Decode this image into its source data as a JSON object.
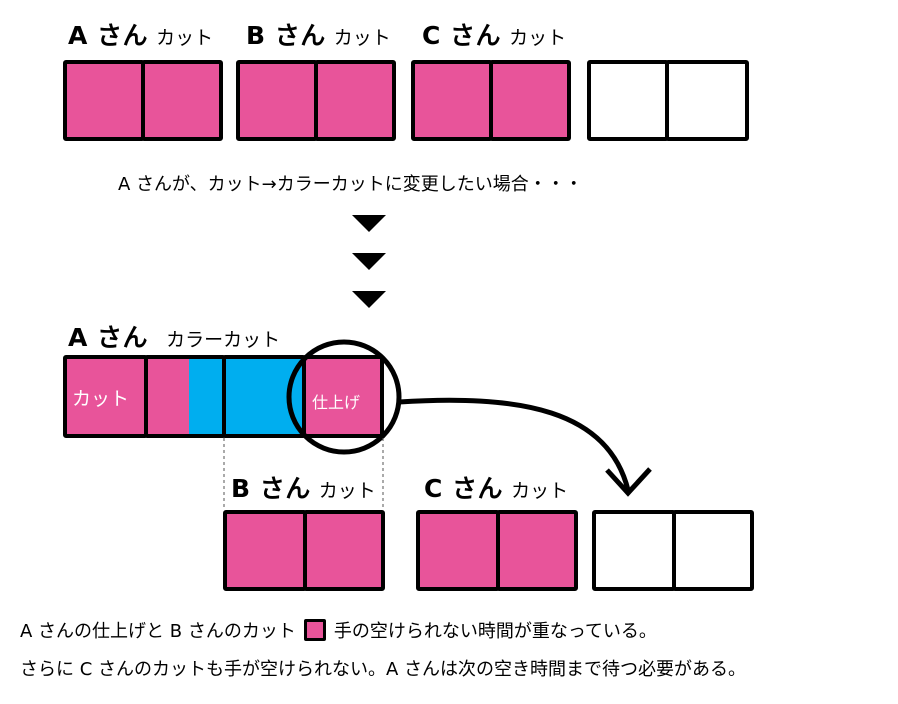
{
  "top_row": {
    "a": {
      "name": "A さん",
      "service": "カット"
    },
    "b": {
      "name": "B さん",
      "service": "カット"
    },
    "c": {
      "name": "C さん",
      "service": "カット"
    }
  },
  "caption": "A さんが、カット→カラーカットに変更したい場合・・・",
  "bottom": {
    "a": {
      "name": "A さん",
      "service": "カラーカット",
      "cut_label": "カット",
      "finish_label": "仕上げ"
    },
    "b": {
      "name": "B さん",
      "service": "カット"
    },
    "c": {
      "name": "C さん",
      "service": "カット"
    }
  },
  "note": {
    "line1_left": "A さんの仕上げと B さんのカット",
    "line1_right": "手の空けられない時間が重なっている。",
    "line2": "さらに C さんのカットも手が空けられない。A さんは次の空き時間まで待つ必要がある。"
  },
  "colors": {
    "pink": "#e8549a",
    "blue": "#00aeef",
    "black": "#000000",
    "white": "#ffffff"
  }
}
